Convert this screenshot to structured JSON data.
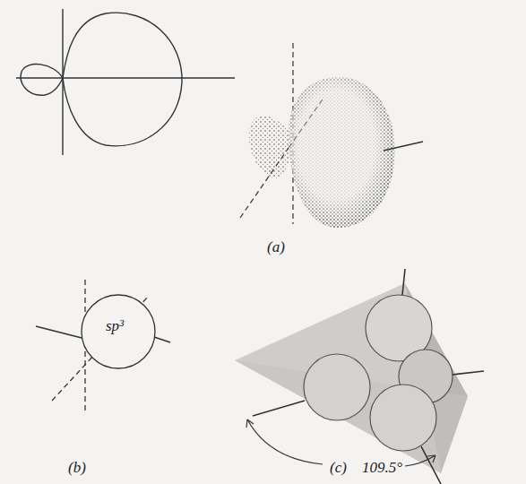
{
  "diagram": {
    "nodes": [
      {
        "text": [
          "sp³"
        ]
      }
    ],
    "labels": [
      "(a)",
      "(b)",
      "(c)",
      "109.5°"
    ]
  }
}
